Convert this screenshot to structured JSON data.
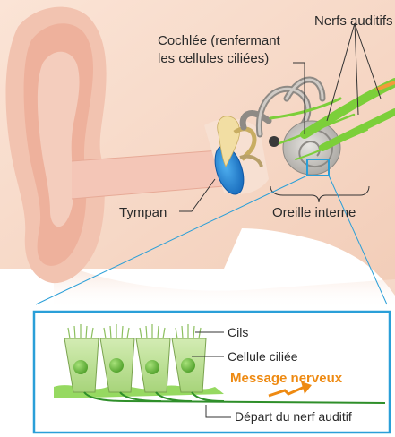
{
  "labels": {
    "nerves": "Nerfs auditifs",
    "cochlea_line1": "Cochlée (renfermant",
    "cochlea_line2": "les cellules ciliées)",
    "eardrum": "Tympan",
    "inner_ear": "Oreille interne",
    "cilia": "Cils",
    "hair_cell": "Cellule ciliée",
    "message": "Message nerveux",
    "nerve_start": "Départ du nerf auditif"
  },
  "colors": {
    "skin": "#f7d7c3",
    "skin_dark": "#ecb9a2",
    "ear_canal": "#f3c4b5",
    "eardrum": "#1f86d6",
    "bone": "#c9c6c1",
    "nerve": "#7ccf3a",
    "cell": "#b5dc8a",
    "nucleus": "#69bb3a",
    "inset_border": "#2a9fd8",
    "message": "#ee8a12"
  },
  "icons": {
    "message_arrow": "zigzag-arrow-icon"
  }
}
